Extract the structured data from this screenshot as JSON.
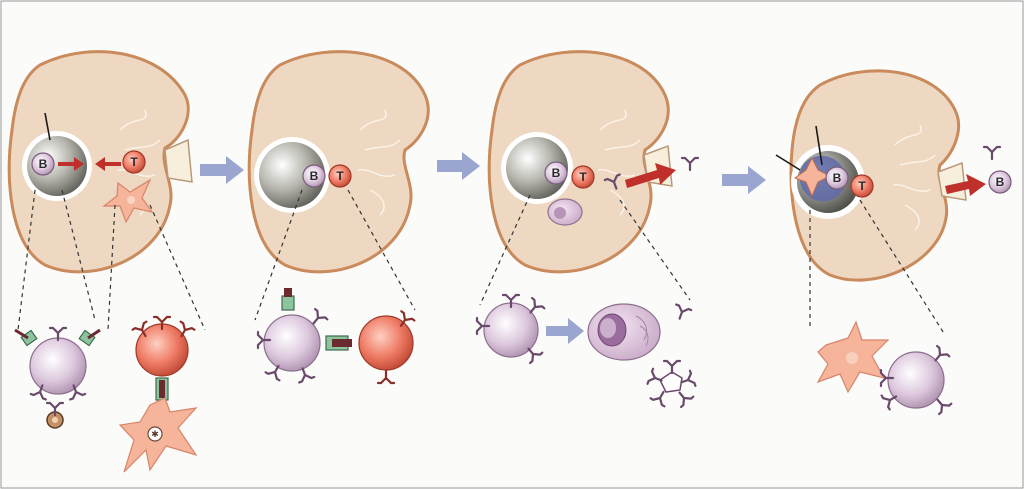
{
  "colors": {
    "node_fill": "#eed8c2",
    "node_stroke": "#c98a5c",
    "b_cell": "#d7bcd6",
    "t_cell": "#ee7a64",
    "antibody": "#6a4a6a",
    "arrow_red": "#c0302a",
    "arrow_blue": "#9aa6cf",
    "dendritic": "#f6b49a",
    "receptor_green": "#8cc49e"
  },
  "labels": {
    "b_cell": "B",
    "t_cell": "T"
  },
  "icons": [
    "lymph-node-icon",
    "b-cell-icon",
    "t-cell-icon",
    "dendritic-cell-icon",
    "plasma-cell-icon",
    "antibody-icon",
    "arrow-icon"
  ],
  "panels": [
    {
      "id": "panel-1",
      "b_label": "B",
      "t_label": "T"
    },
    {
      "id": "panel-2",
      "b_label": "B",
      "t_label": "T"
    },
    {
      "id": "panel-3",
      "b_label": "B",
      "t_label": "T"
    },
    {
      "id": "panel-4",
      "b_label": "B",
      "t_label": "T",
      "exit_label": "B"
    }
  ]
}
